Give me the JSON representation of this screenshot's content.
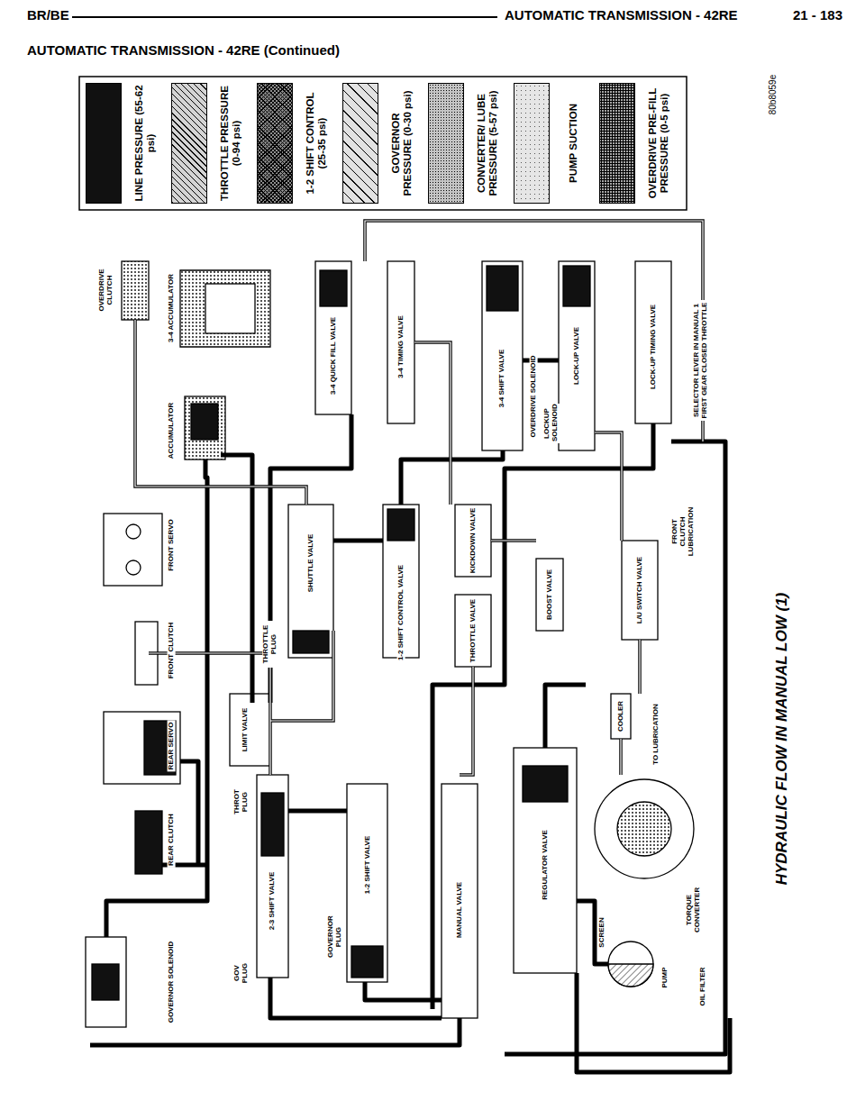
{
  "diagram": {
    "caption": "HYDRAULIC FLOW IN MANUAL LOW (1)",
    "labels": [
      "BR/BE",
      "AUTOMATIC TRANSMISSION - 42RE",
      "21 - 183",
      "AUTOMATIC TRANSMISSION - 42RE (Continued)",
      "80b8059e",
      "OVERDRIVE CLUTCH",
      "3-4 ACCUMULATOR",
      "ACCUMULATOR",
      "FRONT SERVO",
      "FRONT CLUTCH",
      "REAR SERVO",
      "REAR CLUTCH",
      "GOVERNOR SOLENOID",
      "3-4 QUICK FILL VALVE",
      "3-4 TIMING VALVE",
      "3-4 SHIFT VALVE",
      "OVERDRIVE SOLENOID",
      "LOCK-UP VALVE",
      "LOCKUP SOLENOID",
      "LOCK-UP TIMING VALVE",
      "SELECTOR LEVER IN MANUAL 1 FIRST GEAR CLOSED THROTTLE",
      "SHUTTLE VALVE",
      "THROTTLE PLUG",
      "1-2 SHIFT CONTROL VALVE",
      "KICKDOWN VALVE",
      "BOOST VALVE",
      "THROTTLE VALVE",
      "FRONT CLUTCH LUBRICATION",
      "L/U SWITCH VALVE",
      "COOLER",
      "TO LUBRICATION",
      "LIMIT VALVE",
      "THROT PLUG",
      "2-3 SHIFT VALVE",
      "GOV PLUG",
      "GOVERNOR PLUG",
      "1-2 SHIFT VALVE",
      "MANUAL VALVE",
      "REGULATOR VALVE",
      "TORQUE CONVERTER",
      "SCREEN",
      "PUMP",
      "OIL FILTER"
    ],
    "legend": [
      {
        "text": "LINE PRESSURE (55-62 psi)",
        "color": "#111111"
      },
      {
        "text": "THROTTLE PRESSURE (0-94 psi)",
        "color": "#d4d4d4"
      },
      {
        "text": "1-2 SHIFT CONTROL (25-35 psi)",
        "color": "#8e8e8e"
      },
      {
        "text": "GOVERNOR PRESSURE (0-30 psi)",
        "color": "#e2e2e2"
      },
      {
        "text": "CONVERTER/ LUBE PRESSURE (5-57 psi)",
        "color": "#c4c4c4"
      },
      {
        "text": "PUMP SUCTION",
        "color": "#e6e6e6"
      },
      {
        "text": "OVERDRIVE PRE-FILL PRESSURE (0-5 psi)",
        "color": "#a6a6a6"
      }
    ]
  }
}
